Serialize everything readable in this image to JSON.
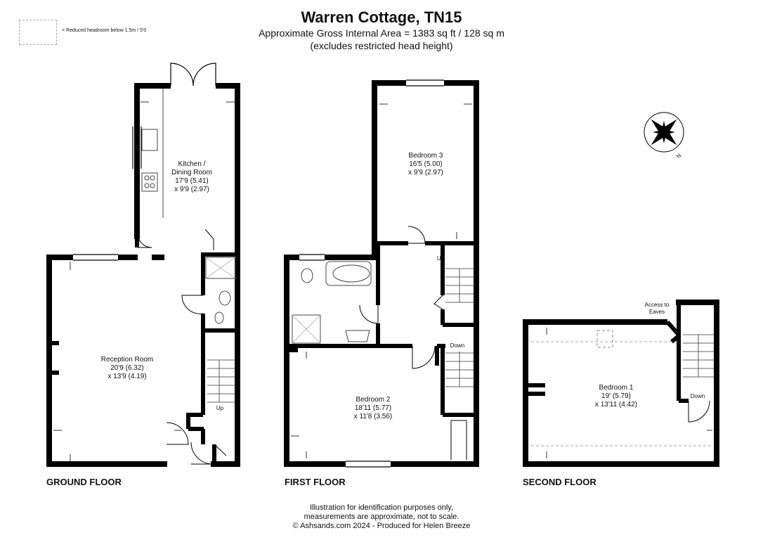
{
  "header": {
    "title": "Warren Cottage, TN15",
    "area_line": "Approximate Gross Internal Area = 1383 sq ft / 128 sq m",
    "note_line": "(excludes restricted head height)"
  },
  "legend": {
    "text": "= Reduced headroom below 1.5m / 5'0"
  },
  "floors": {
    "ground": {
      "label": "GROUND FLOOR",
      "kitchen": {
        "name1": "Kitchen /",
        "name2": "Dining Room",
        "dim1": "17'9 (5.41)",
        "dim2": "x 9'9 (2.97)"
      },
      "reception": {
        "name": "Reception Room",
        "dim1": "20'9 (6.32)",
        "dim2": "x 13'9 (4.19)"
      },
      "stairs_label": "Up"
    },
    "first": {
      "label": "FIRST FLOOR",
      "bedroom3": {
        "name": "Bedroom 3",
        "dim1": "16'5 (5.00)",
        "dim2": "x 9'9 (2.97)"
      },
      "bedroom2": {
        "name": "Bedroom 2",
        "dim1": "18'11 (5.77)",
        "dim2": "x 11'8 (3.56)"
      },
      "stairs_up": "Up",
      "stairs_down": "Down"
    },
    "second": {
      "label": "SECOND FLOOR",
      "bedroom1": {
        "name": "Bedroom 1",
        "dim1": "19' (5.79)",
        "dim2": "x 13'11 (4.42)"
      },
      "eaves1": "Access to",
      "eaves2": "Eaves",
      "stairs_down": "Down"
    }
  },
  "compass": {
    "north": "N"
  },
  "footer": {
    "line1": "Illustration for identification purposes only,",
    "line2": "measurements are approximate, not to scale.",
    "line3": "© Ashsands.com 2024 - Produced for Helen Breeze"
  },
  "colors": {
    "wall": "#000000",
    "fixture": "#555555",
    "dashed": "#aaaaaa"
  }
}
